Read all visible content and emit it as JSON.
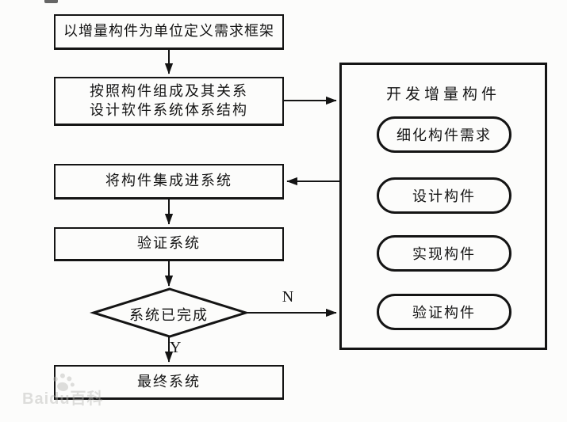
{
  "colors": {
    "ink": "#141414",
    "background": "#fcfcfb",
    "watermark": "#b9b9b4"
  },
  "flow": {
    "define_requirements": "以增量构件为单位定义需求框架",
    "design_architecture_line1": "按照构件组成及其关系",
    "design_architecture_line2": "设计软件系统体系结构",
    "integrate_components": "将构件集成进系统",
    "verify_system": "验证系统",
    "decision": "系统已完成",
    "final_system": "最终系统",
    "label_no": "N",
    "label_yes": "Y"
  },
  "panel": {
    "title": "开发增量构件",
    "steps": [
      "细化构件需求",
      "设计构件",
      "实现构件",
      "验证构件"
    ]
  },
  "watermark": {
    "text": "Baidu百科"
  }
}
